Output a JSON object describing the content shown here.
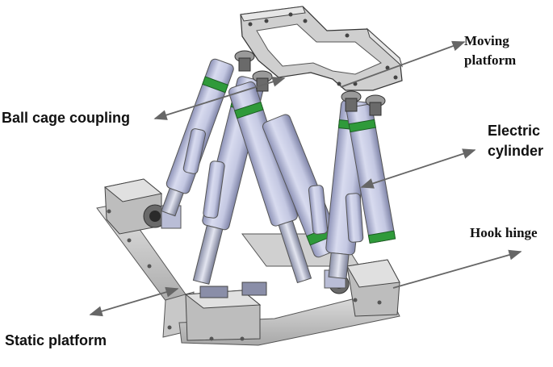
{
  "diagram": {
    "labels": {
      "moving_platform_line1": "Moving",
      "moving_platform_line2": "platform",
      "ball_cage_coupling": "Ball cage coupling",
      "electric_cylinder_line1": "Electric",
      "electric_cylinder_line2": "cylinder",
      "hook_hinge": "Hook hinge",
      "static_platform": "Static platform"
    },
    "colors": {
      "frame_metal": "#d4d4d4",
      "frame_shade": "#9e9e9e",
      "cylinder_body": "#c9cde6",
      "cylinder_shade": "#8e93b8",
      "cylinder_accent": "#2f9a3a",
      "joint_dark": "#555555",
      "arrow": "#666666",
      "text": "#111111"
    }
  }
}
